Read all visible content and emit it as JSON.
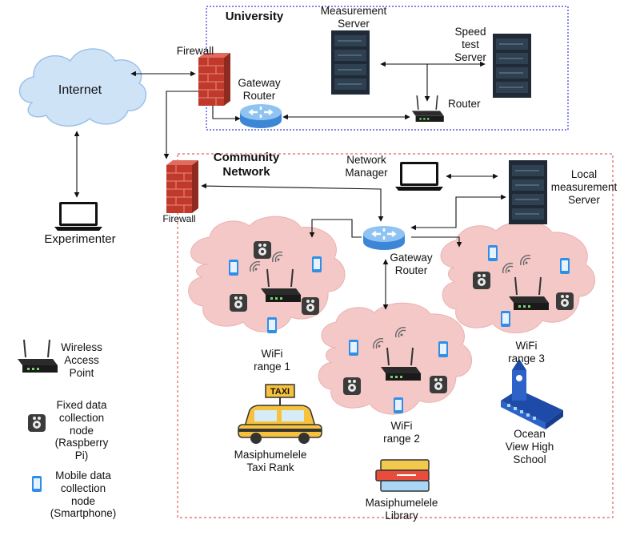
{
  "groups": {
    "university": "University",
    "community": [
      "Community",
      "Network"
    ]
  },
  "labels": {
    "internet": "Internet",
    "firewall_top": "Firewall",
    "firewall_bottom": "Firewall",
    "experimenter": "Experimenter",
    "gateway_uni": [
      "Gateway",
      "Router"
    ],
    "measurement_server": [
      "Measurement",
      "Server"
    ],
    "speedtest_server": [
      "Speed",
      "test",
      "Server"
    ],
    "router_uni": "Router",
    "network_manager": [
      "Network",
      "Manager"
    ],
    "local_server": [
      "Local",
      "measurement",
      "Server"
    ],
    "gateway_comm": [
      "Gateway",
      "Router"
    ],
    "wifi1": [
      "WiFi",
      "range 1"
    ],
    "wifi2": [
      "WiFi",
      "range 2"
    ],
    "wifi3": [
      "WiFi",
      "range 3"
    ],
    "taxi_sign": "TAXI",
    "taxi_rank": [
      "Masiphumelele",
      "Taxi Rank"
    ],
    "library": [
      "Masiphumelele",
      "Library"
    ],
    "school": [
      "Ocean",
      "View High",
      "School"
    ]
  },
  "legend": {
    "ap": [
      "Wireless",
      "Access",
      "Point"
    ],
    "fixed": [
      "Fixed data",
      "collection",
      "node",
      "(Raspberry",
      "Pi)"
    ],
    "mobile": [
      "Mobile data",
      "collection",
      "node",
      "(Smartphone)"
    ]
  },
  "colors": {
    "university_border": "#3a3ad0",
    "community_border": "#e06060",
    "wifi_cloud_fill": "#f5c8c8",
    "internet_cloud_fill": "#cfe3f7",
    "firewall": "#c0392b",
    "server": "#1f2a36",
    "router_blue": "#5aa5e8",
    "phone_blue": "#2f8fe8",
    "pi_node": "#3b3b3b"
  }
}
